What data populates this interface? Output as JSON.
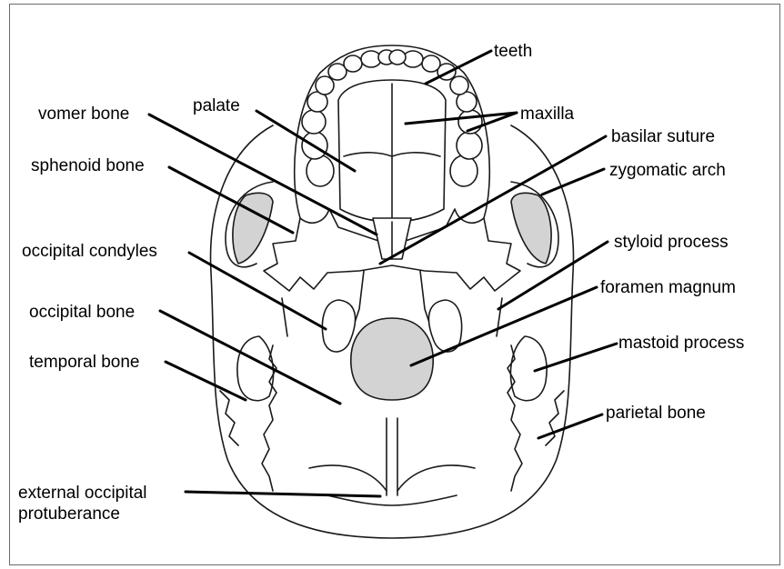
{
  "labels": {
    "teeth": "teeth",
    "maxilla": "maxilla",
    "palate": "palate",
    "vomer_bone": "vomer bone",
    "basilar_suture": "basilar suture",
    "sphenoid_bone": "sphenoid bone",
    "zygomatic_arch": "zygomatic arch",
    "occipital_condyles": "occipital condyles",
    "styloid_process": "styloid process",
    "foramen_magnum": "foramen magnum",
    "occipital_bone": "occipital bone",
    "mastoid_process": "mastoid process",
    "temporal_bone": "temporal bone",
    "parietal_bone": "parietal bone",
    "ext_occ_line1": "external occipital",
    "ext_occ_line2": "protuberance"
  }
}
